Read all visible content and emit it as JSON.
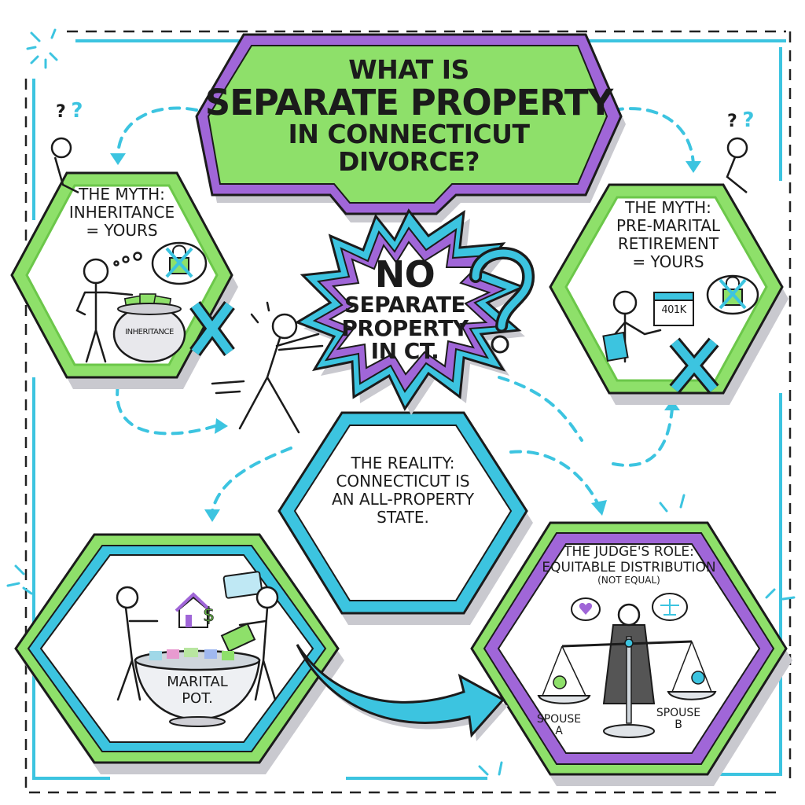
{
  "title": {
    "lines": [
      "WHAT IS",
      "SEPARATE PROPERTY",
      "IN CONNECTICUT",
      "DIVORCE?"
    ]
  },
  "burst": {
    "lines": [
      "NO",
      "SEPARATE",
      "PROPERTY",
      "IN CT."
    ]
  },
  "myth_inheritance": {
    "lines": [
      "THE MYTH:",
      "INHERITANCE",
      "= YOURS"
    ],
    "pot_label": "INHERITANCE"
  },
  "myth_retirement": {
    "lines": [
      "THE MYTH:",
      "PRE-MARITAL",
      "RETIREMENT",
      "= YOURS"
    ],
    "calendar_label": "401K"
  },
  "reality": {
    "lines": [
      "THE REALITY:",
      "CONNECTICUT IS",
      "AN ALL-PROPERTY",
      "STATE."
    ]
  },
  "marital_pot": {
    "lines": [
      "MARITAL",
      "POT."
    ]
  },
  "judge": {
    "lines": [
      "THE JUDGE'S ROLE:",
      "EQUITABLE DISTRIBUTION"
    ],
    "subtitle": "(NOT EQUAL)",
    "spouse_a": [
      "SPOUSE",
      "A"
    ],
    "spouse_b": [
      "SPOUSE",
      "B"
    ]
  },
  "confused_marks": {
    "left": [
      "?",
      "?"
    ],
    "right": [
      "?",
      "?"
    ]
  },
  "colors": {
    "green": "#8ee06a",
    "green_dark": "#6cc74a",
    "purple": "#a066d8",
    "cyan": "#3cc4e0",
    "ink": "#1b1b1b",
    "shadow": "#c9c9cf"
  }
}
